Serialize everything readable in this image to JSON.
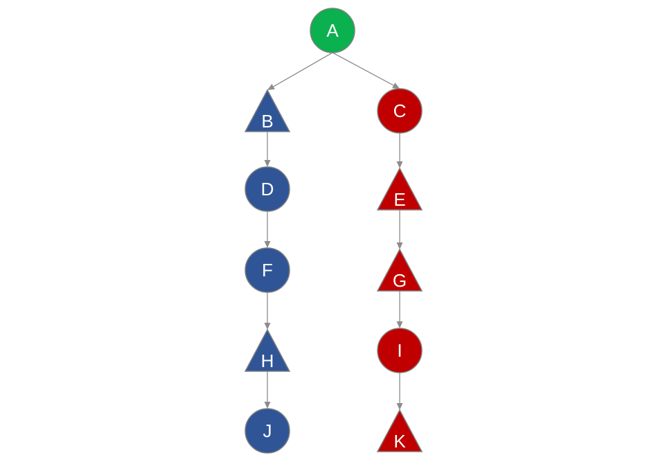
{
  "colors": {
    "green": "#0bb04f",
    "blue": "#2f5597",
    "red": "#c00000",
    "edge": "#8c8c8c",
    "stroke": "#7f7f7f"
  },
  "nodes": [
    {
      "id": "A",
      "label": "A",
      "shape": "circle",
      "color": "green"
    },
    {
      "id": "B",
      "label": "B",
      "shape": "triangle",
      "color": "blue"
    },
    {
      "id": "C",
      "label": "C",
      "shape": "circle",
      "color": "red"
    },
    {
      "id": "D",
      "label": "D",
      "shape": "circle",
      "color": "blue"
    },
    {
      "id": "E",
      "label": "E",
      "shape": "triangle",
      "color": "red"
    },
    {
      "id": "F",
      "label": "F",
      "shape": "circle",
      "color": "blue"
    },
    {
      "id": "G",
      "label": "G",
      "shape": "triangle",
      "color": "red"
    },
    {
      "id": "H",
      "label": "H",
      "shape": "triangle",
      "color": "blue"
    },
    {
      "id": "I",
      "label": "I",
      "shape": "circle",
      "color": "red"
    },
    {
      "id": "J",
      "label": "J",
      "shape": "circle",
      "color": "blue"
    },
    {
      "id": "K",
      "label": "K",
      "shape": "triangle",
      "color": "red"
    }
  ],
  "edges": [
    {
      "from": "A",
      "to": "B"
    },
    {
      "from": "A",
      "to": "C"
    },
    {
      "from": "B",
      "to": "D"
    },
    {
      "from": "D",
      "to": "F"
    },
    {
      "from": "F",
      "to": "H"
    },
    {
      "from": "H",
      "to": "J"
    },
    {
      "from": "C",
      "to": "E"
    },
    {
      "from": "E",
      "to": "G"
    },
    {
      "from": "G",
      "to": "I"
    },
    {
      "from": "I",
      "to": "K"
    }
  ]
}
